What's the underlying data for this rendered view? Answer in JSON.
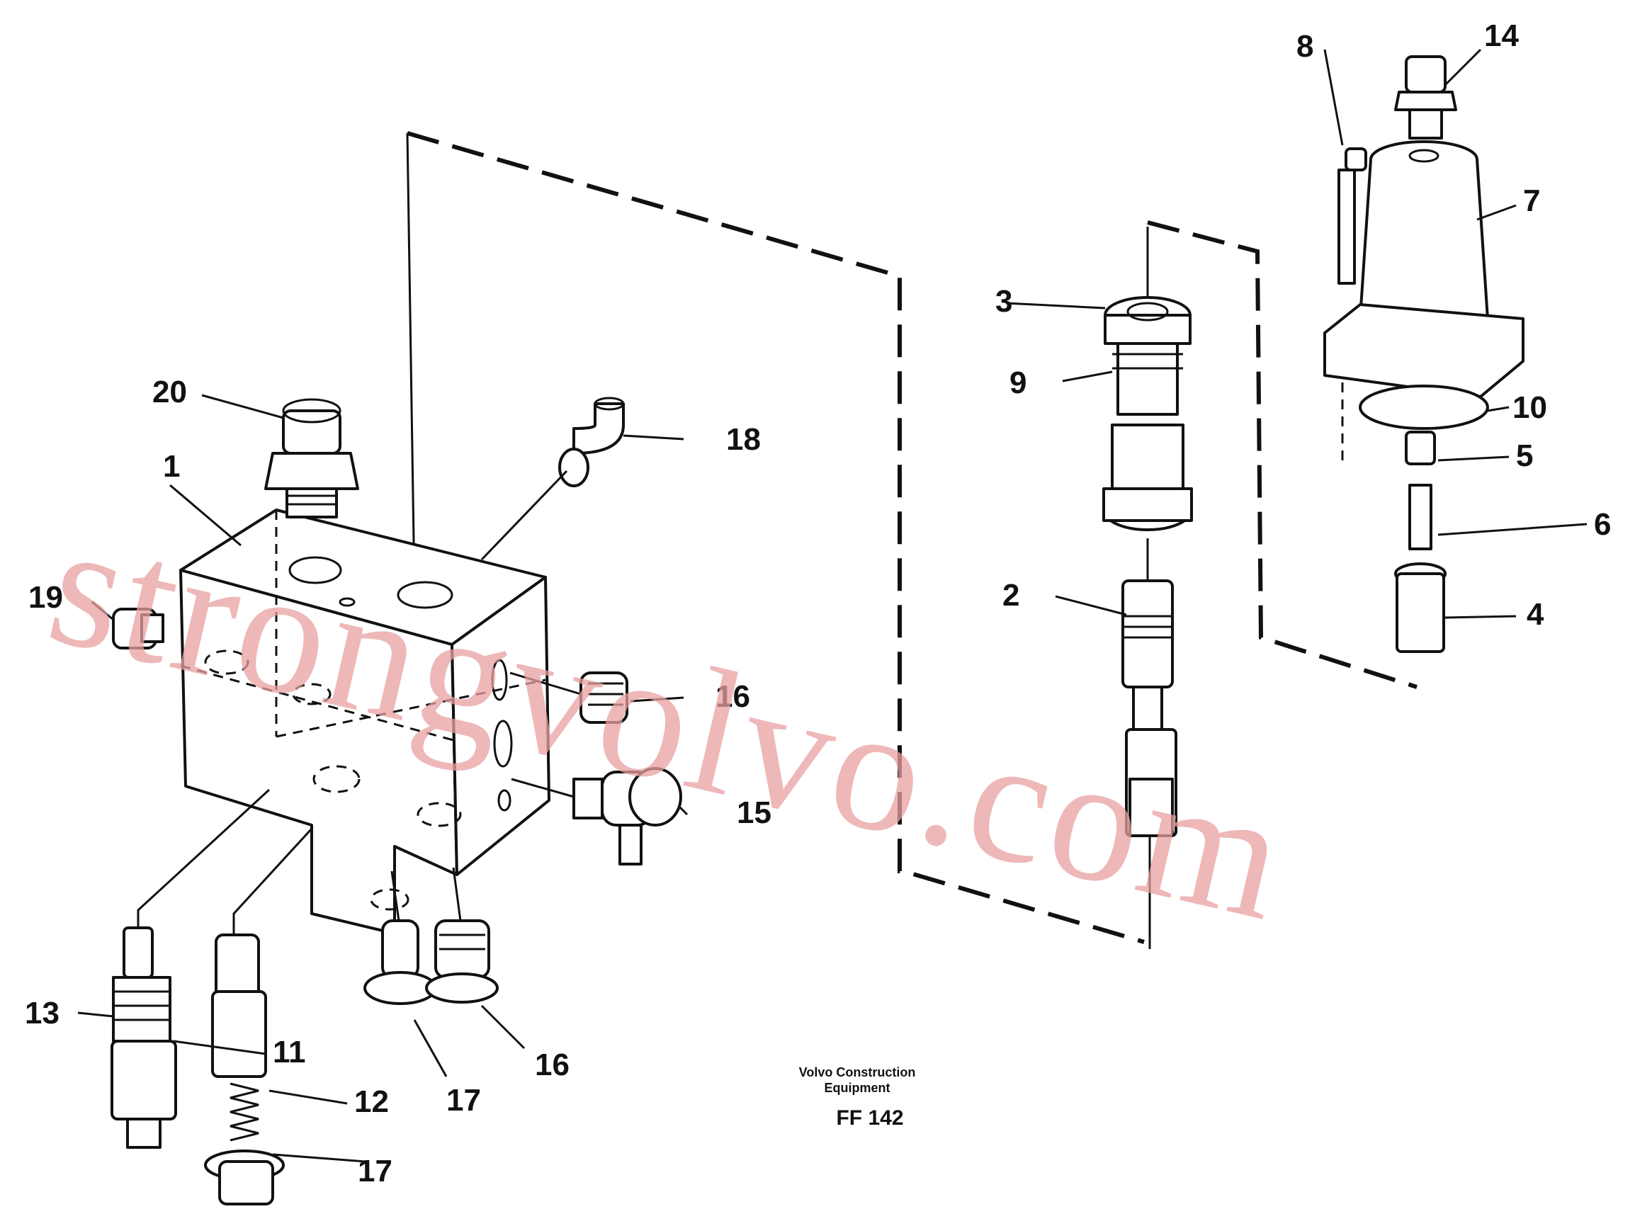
{
  "callouts": [
    "1",
    "2",
    "3",
    "4",
    "5",
    "6",
    "7",
    "8",
    "9",
    "10",
    "11",
    "12",
    "13",
    "14",
    "15",
    "16",
    "16",
    "17",
    "17",
    "18",
    "19",
    "20"
  ],
  "caption": {
    "line1": "Volvo Construction",
    "line2": "Equipment",
    "code": "FF 142"
  },
  "watermark": "strongvolvo.com"
}
